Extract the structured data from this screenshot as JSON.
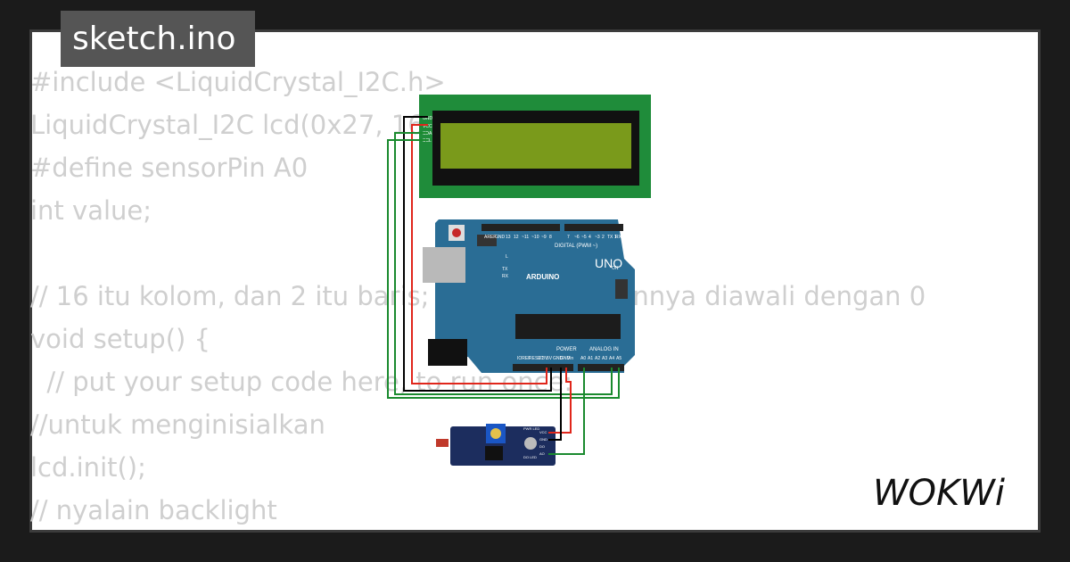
{
  "title": "sketch.ino",
  "code_lines": [
    "#include <LiquidCrystal_I2C.h>",
    "LiquidCrystal_I2C lcd(0x27, 16, 2);",
    "#define sensorPin A0",
    "int value;",
    "",
    "// 16 itu kolom, dan 2 itu baris; yang kita ngitunnya diawali dengan 0",
    "void setup() {",
    "  // put your setup code here, to run once:",
    "//untuk menginisialkan",
    "lcd.init();",
    "// nyalain backlight"
  ],
  "lcd": {
    "pins": [
      "GND",
      "VCC",
      "SDA",
      "SCL"
    ]
  },
  "arduino": {
    "brand": "ARDUINO",
    "model": "UNO",
    "labels": {
      "digital": "DIGITAL (PWM ~)",
      "power": "POWER",
      "analog": "ANALOG IN",
      "on": "ON",
      "l": "L",
      "tx": "TX",
      "rx": "RX",
      "top_pins": [
        "AREF",
        "GND",
        "13",
        "12",
        "~11",
        "~10",
        "~9",
        "8",
        "7",
        "~6",
        "~5",
        "4",
        "~3",
        "2",
        "TX 1",
        "RX 0"
      ],
      "bottom_pins": [
        "IOREF",
        "RESET",
        "3.3V",
        "5V",
        "GND",
        "GND",
        "Vin",
        "A0",
        "A1",
        "A2",
        "A3",
        "A4",
        "A5"
      ]
    }
  },
  "sensor": {
    "pins": [
      "VCC",
      "GND",
      "DO",
      "AO"
    ],
    "led_labels": [
      "PWR LED",
      "DO LED"
    ]
  },
  "wire_colors": {
    "gnd": "#000000",
    "vcc": "#e0261b",
    "sda": "#1a8a2e",
    "scl": "#1a8a2e"
  },
  "logo": "WOKWi"
}
